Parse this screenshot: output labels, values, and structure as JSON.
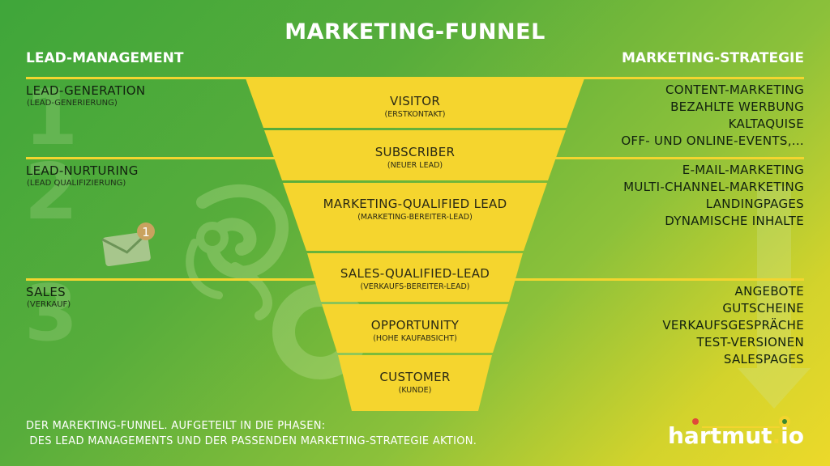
{
  "title": "MARKETING-FUNNEL",
  "left_header": "LEAD-MANAGEMENT",
  "right_header": "MARKETING-STRATEGIE",
  "phases": [
    {
      "number": "1",
      "label": "LEAD-GENERATION",
      "sub": "(LEAD-GENERIERUNG)"
    },
    {
      "number": "2",
      "label": "LEAD-NURTURING",
      "sub": "(LEAD QUALIFIZIERUNG)"
    },
    {
      "number": "3",
      "label": "SALES",
      "sub": "(VERKAUF)"
    }
  ],
  "funnel_stages": [
    {
      "label": "VISITOR",
      "sub": "(ERSTKONTAKT)"
    },
    {
      "label": "SUBSCRIBER",
      "sub": "(NEUER LEAD)"
    },
    {
      "label": "MARKETING-QUALIFIED LEAD",
      "sub": "(MARKETING-BEREITER-LEAD)"
    },
    {
      "label": "SALES-QUALIFIED-LEAD",
      "sub": "(VERKAUFS-BEREITER-LEAD)"
    },
    {
      "label": "OPPORTUNITY",
      "sub": "(HOHE KAUFABSICHT)"
    },
    {
      "label": "CUSTOMER",
      "sub": "(KUNDE)"
    }
  ],
  "strategies": [
    [
      "CONTENT-MARKETING",
      "BEZAHLTE WERBUNG",
      "KALTAQUISE",
      "OFF- UND ONLINE-EVENTS,..."
    ],
    [
      "E-MAIL-MARKETING",
      "MULTI-CHANNEL-MARKETING",
      "LANDINGPAGES",
      "DYNAMISCHE INHALTE"
    ],
    [
      "ANGEBOTE",
      "GUTSCHEINE",
      "VERKAUFSGESPRÄCHE",
      "TEST-VERSIONEN",
      "SALESPAGES"
    ]
  ],
  "footer_lines": [
    "DER MAREKTING-FUNNEL. AUFGETEILT IN DIE PHASEN:",
    " DES LEAD MANAGEMENTS UND DER PASSENDEN MARKETING-STRATEGIE AKTION."
  ],
  "mail_badge": "1",
  "logo_main": "hartmut",
  "logo_dot": ".",
  "logo_tld": "io",
  "colors": {
    "funnel": "#f5d52e",
    "line": "#f3d52f",
    "text": "#12210f"
  }
}
